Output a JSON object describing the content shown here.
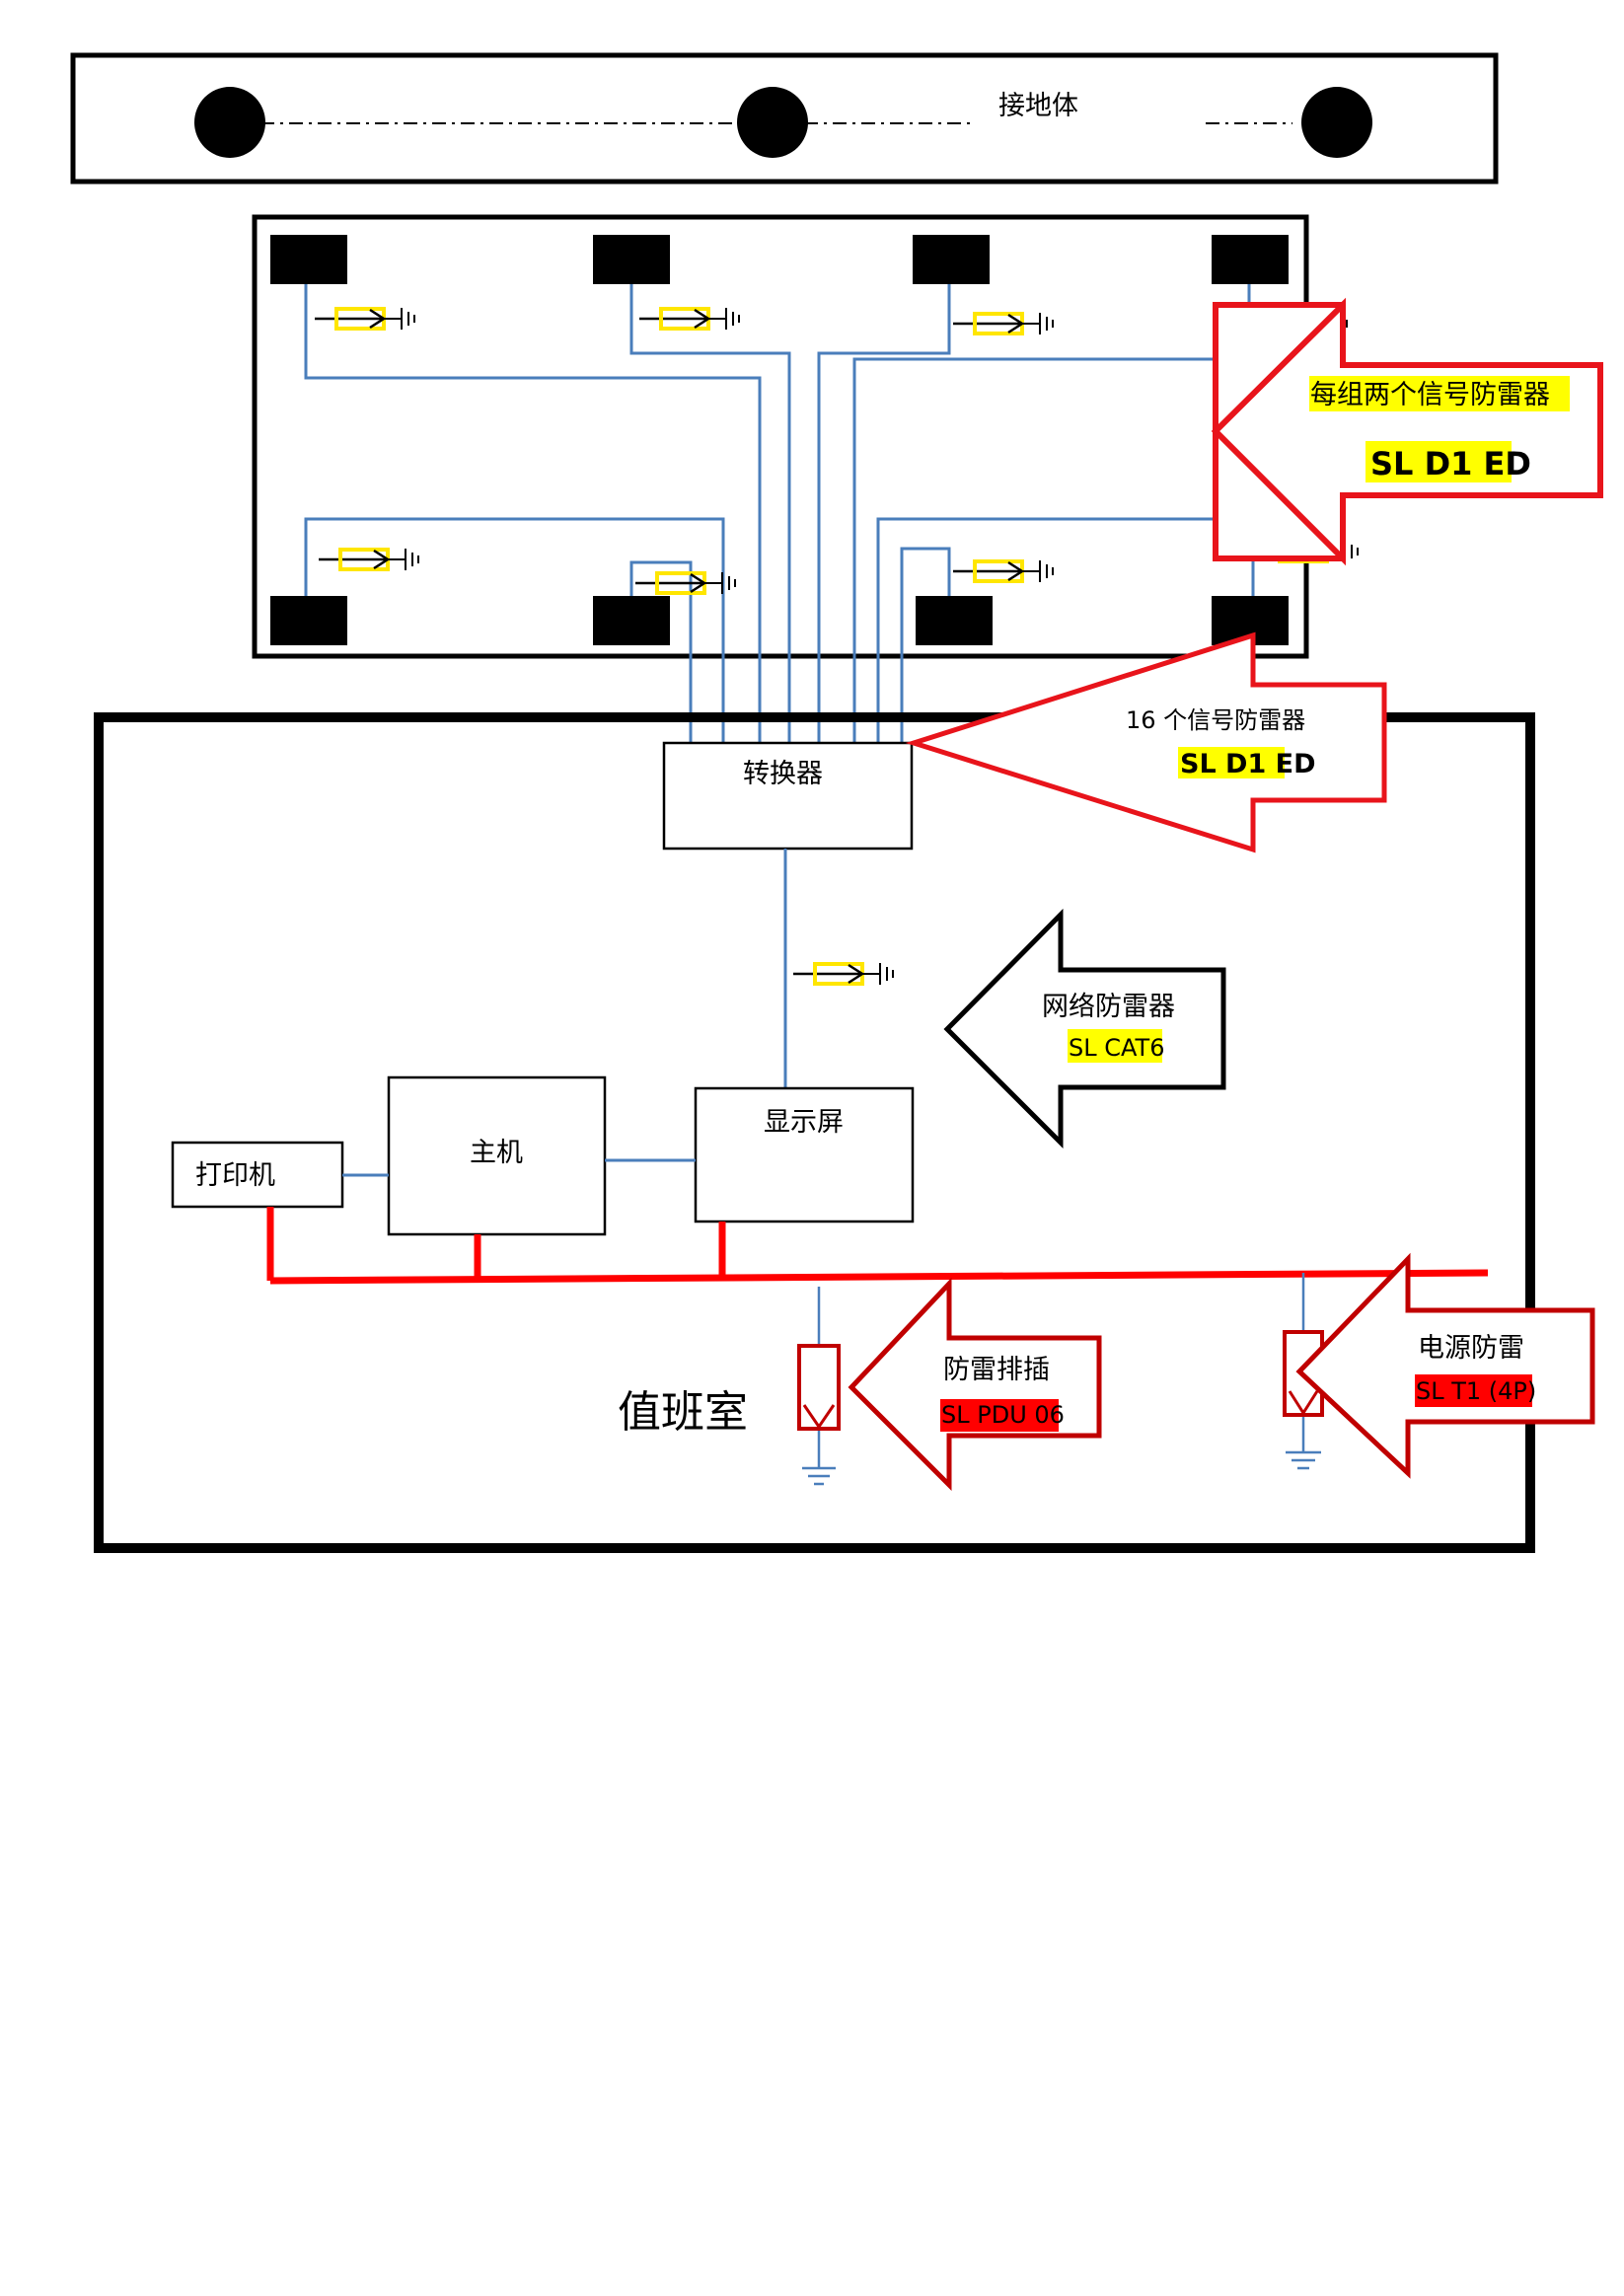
{
  "colors": {
    "signal_line": "#4a7ebb",
    "power_line": "#ff0000",
    "arrow_red": "#e8141b",
    "arrow_darkred": "#c00000",
    "highlight_yellow": "#ffff00",
    "highlight_red": "#ff0000",
    "protector_yellow": "#ffe600"
  },
  "ground_bar": {
    "label": "接地体"
  },
  "devices": {
    "converter": "转换器",
    "display": "显示屏",
    "host": "主机",
    "printer": "打印机",
    "room": "值班室"
  },
  "callouts": {
    "per_group": {
      "title": "每组两个信号防雷器",
      "model": "SL D1 ED"
    },
    "sixteen": {
      "title": "16 个信号防雷器",
      "model": "SL D1 ED"
    },
    "network": {
      "title": "网络防雷器",
      "model": "SL CAT6"
    },
    "pdu": {
      "title": "防雷排插",
      "model": "SL PDU 06"
    },
    "power": {
      "title": "电源防雷",
      "model": "SL T1 (4P)"
    }
  }
}
